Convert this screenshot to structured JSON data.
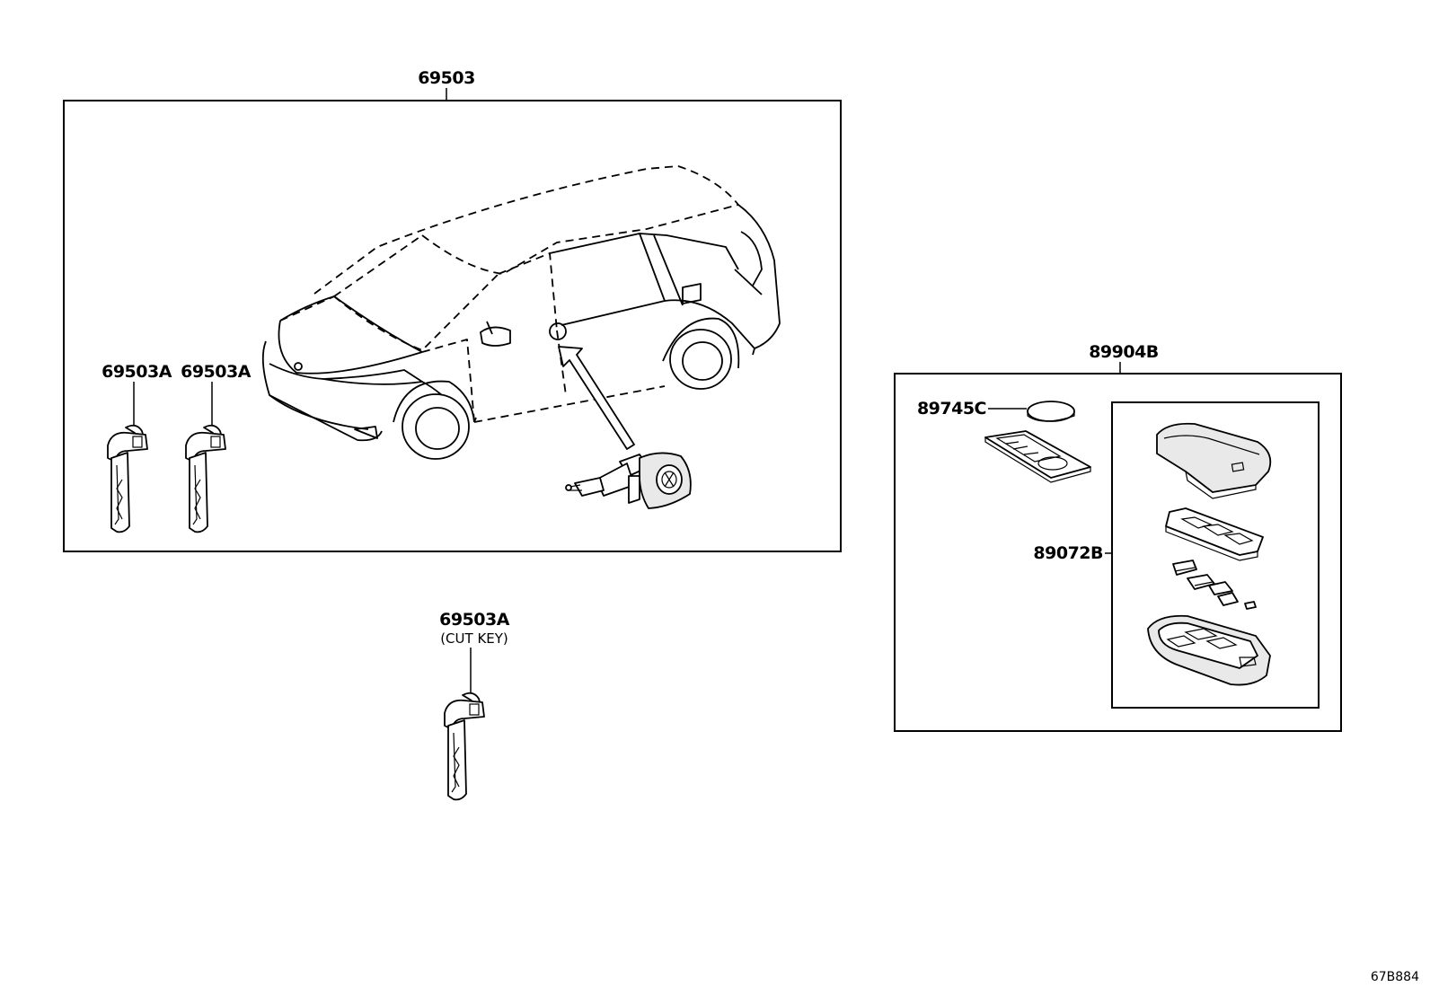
{
  "parts": {
    "lock_cylinder_set": "69503",
    "key_left": "69503A",
    "key_middle": "69503A",
    "cut_key": "69503A",
    "cut_key_note": "(CUT KEY)",
    "transmitter_assy": "89904B",
    "battery": "89745C",
    "transmitter_housing": "89072B"
  },
  "reference_code": "67B884",
  "icons": {
    "vehicle": "minivan-outline-icon",
    "key": "key-blade-icon",
    "lock_cylinder": "door-lock-cylinder-icon",
    "battery": "coin-battery-icon",
    "circuit_board": "circuit-board-icon",
    "fob_case": "smart-key-case-icon"
  }
}
